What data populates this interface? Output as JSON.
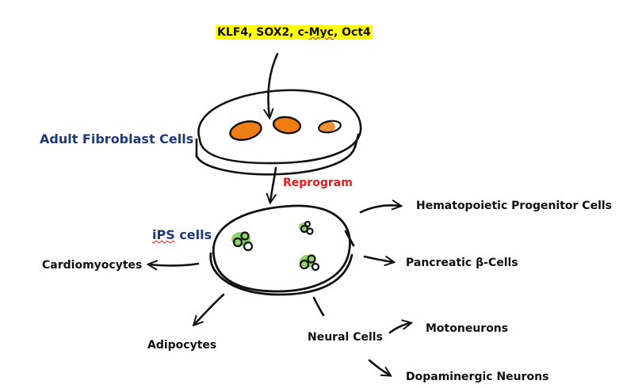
{
  "labels": {
    "factors_main": "KLF4, SOX2, c-",
    "factors_myc": "Myc",
    "factors_tail": ", Oct4",
    "adult_fibroblast": "Adult Fibroblast Cells",
    "reprogram": "Reprogram",
    "ips_main": "iPS",
    "ips_tail": " cells",
    "hematopoietic": "Hematopoietic Progenitor Cells",
    "pancreatic": "Pancreatic β-Cells",
    "cardiomyocytes": "Cardiomyocytes",
    "adipocytes": "Adipocytes",
    "neural": "Neural Cells",
    "motoneurons": "Motoneurons",
    "dopaminergic": "Dopaminergic Neurons"
  },
  "colors": {
    "highlight": "#ffff00",
    "title_blue": "#1f3a78",
    "reprogram_red": "#e11d1d",
    "fibroblast_orange": "#f07d12",
    "ips_green": "#8fd16b",
    "ink": "#111111"
  }
}
